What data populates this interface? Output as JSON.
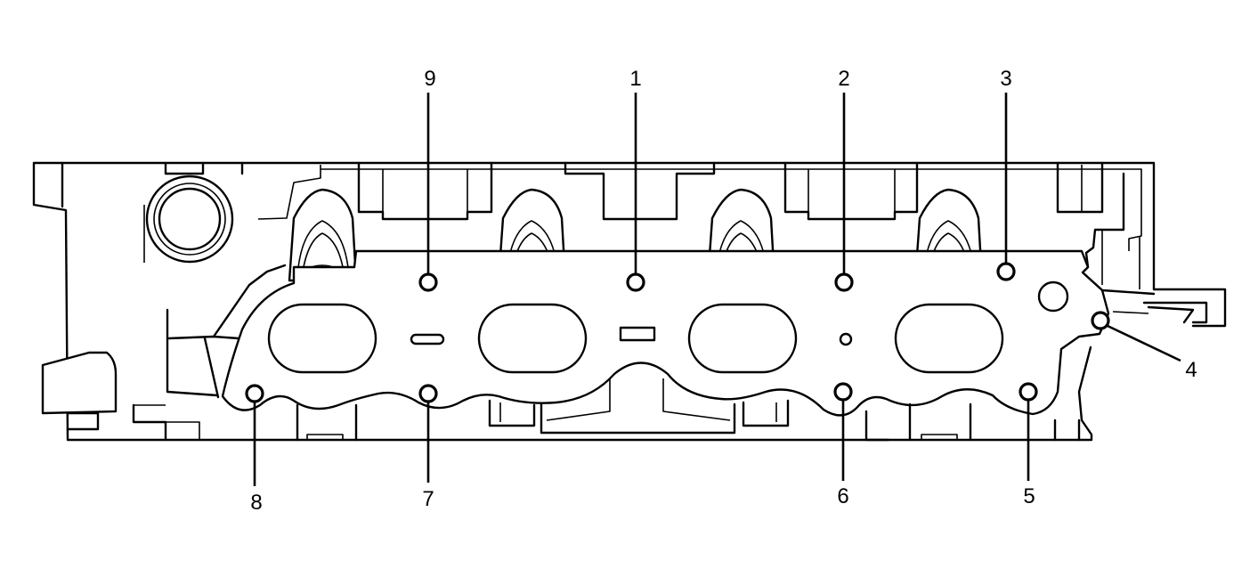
{
  "diagram": {
    "subject": "exhaust manifold bolt tightening sequence",
    "callouts": [
      {
        "id": "1",
        "label": "1"
      },
      {
        "id": "2",
        "label": "2"
      },
      {
        "id": "3",
        "label": "3"
      },
      {
        "id": "4",
        "label": "4"
      },
      {
        "id": "5",
        "label": "5"
      },
      {
        "id": "6",
        "label": "6"
      },
      {
        "id": "7",
        "label": "7"
      },
      {
        "id": "8",
        "label": "8"
      },
      {
        "id": "9",
        "label": "9"
      }
    ],
    "colors": {
      "line": "#000000",
      "background": "#ffffff"
    }
  }
}
